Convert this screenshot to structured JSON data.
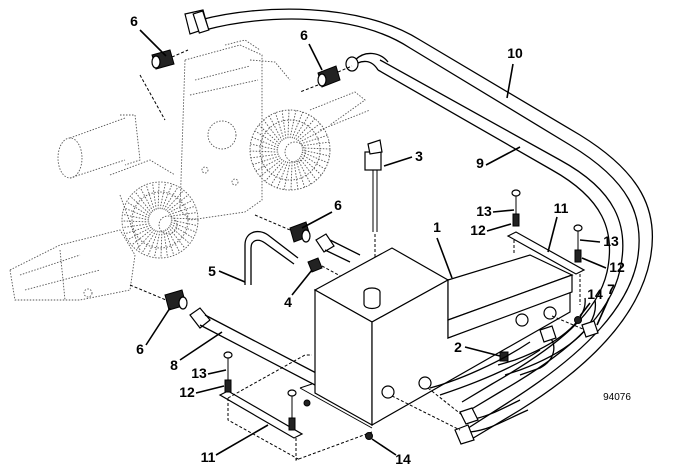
{
  "diagram": {
    "type": "exploded parts diagram",
    "subject": "hydraulic reservoir tank and hose assembly with pumps",
    "figure_number": "94076",
    "callouts": [
      {
        "id": "c1",
        "label": "1",
        "part": "reservoir tank"
      },
      {
        "id": "c2",
        "label": "2",
        "part": "drain plug"
      },
      {
        "id": "c3",
        "label": "3",
        "part": "dipstick / filler cap"
      },
      {
        "id": "c4",
        "label": "4",
        "part": "breather fitting"
      },
      {
        "id": "c5",
        "label": "5",
        "part": "vent hose"
      },
      {
        "id": "c6a",
        "label": "6",
        "part": "fitting"
      },
      {
        "id": "c6b",
        "label": "6",
        "part": "fitting"
      },
      {
        "id": "c6c",
        "label": "6",
        "part": "fitting"
      },
      {
        "id": "c6d",
        "label": "6",
        "part": "fitting"
      },
      {
        "id": "c7",
        "label": "7",
        "part": "hose"
      },
      {
        "id": "c8",
        "label": "8",
        "part": "hose"
      },
      {
        "id": "c9",
        "label": "9",
        "part": "hose"
      },
      {
        "id": "c10",
        "label": "10",
        "part": "hose"
      },
      {
        "id": "c11a",
        "label": "11",
        "part": "mounting strap"
      },
      {
        "id": "c11b",
        "label": "11",
        "part": "mounting strap"
      },
      {
        "id": "c12a",
        "label": "12",
        "part": "spacer"
      },
      {
        "id": "c12b",
        "label": "12",
        "part": "spacer"
      },
      {
        "id": "c12c",
        "label": "12",
        "part": "spacer"
      },
      {
        "id": "c13a",
        "label": "13",
        "part": "bolt"
      },
      {
        "id": "c13b",
        "label": "13",
        "part": "bolt"
      },
      {
        "id": "c13c",
        "label": "13",
        "part": "bolt"
      },
      {
        "id": "c14a",
        "label": "14",
        "part": "nut"
      },
      {
        "id": "c14b",
        "label": "14",
        "part": "nut"
      }
    ]
  }
}
